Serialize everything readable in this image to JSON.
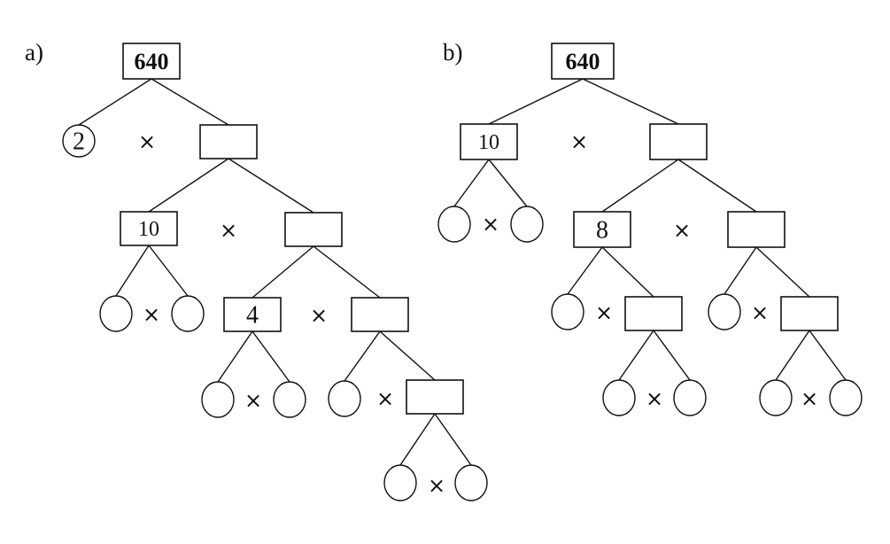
{
  "diagrams": [
    {
      "label": "a)",
      "nodes": [
        {
          "id": "a-root",
          "shape": "box",
          "value": "640",
          "bold": true
        },
        {
          "id": "a-l1",
          "shape": "circle",
          "value": "2",
          "parent": "a-root"
        },
        {
          "id": "a-r1",
          "shape": "box",
          "value": "",
          "parent": "a-root"
        },
        {
          "id": "a-l2",
          "shape": "box",
          "value": "10",
          "parent": "a-r1"
        },
        {
          "id": "a-r2",
          "shape": "box",
          "value": "",
          "parent": "a-r1"
        },
        {
          "id": "a-l2a",
          "shape": "circle",
          "value": "",
          "parent": "a-l2"
        },
        {
          "id": "a-l2b",
          "shape": "circle",
          "value": "",
          "parent": "a-l2"
        },
        {
          "id": "a-l3",
          "shape": "box",
          "value": "4",
          "parent": "a-r2"
        },
        {
          "id": "a-r3",
          "shape": "box",
          "value": "",
          "parent": "a-r2"
        },
        {
          "id": "a-l3a",
          "shape": "circle",
          "value": "",
          "parent": "a-l3"
        },
        {
          "id": "a-l3b",
          "shape": "circle",
          "value": "",
          "parent": "a-l3"
        },
        {
          "id": "a-l4",
          "shape": "circle",
          "value": "",
          "parent": "a-r3"
        },
        {
          "id": "a-r4",
          "shape": "box",
          "value": "",
          "parent": "a-r3"
        },
        {
          "id": "a-l5a",
          "shape": "circle",
          "value": "",
          "parent": "a-r4"
        },
        {
          "id": "a-l5b",
          "shape": "circle",
          "value": "",
          "parent": "a-r4"
        }
      ],
      "operators": [
        "×",
        "×",
        "×",
        "×",
        "×",
        "×",
        "×"
      ]
    },
    {
      "label": "b)",
      "nodes": [
        {
          "id": "b-root",
          "shape": "box",
          "value": "640",
          "bold": true
        },
        {
          "id": "b-l1",
          "shape": "box",
          "value": "10",
          "parent": "b-root"
        },
        {
          "id": "b-r1",
          "shape": "box",
          "value": "",
          "parent": "b-root"
        },
        {
          "id": "b-l1a",
          "shape": "circle",
          "value": "",
          "parent": "b-l1"
        },
        {
          "id": "b-l1b",
          "shape": "circle",
          "value": "",
          "parent": "b-l1"
        },
        {
          "id": "b-l2",
          "shape": "box",
          "value": "8",
          "parent": "b-r1"
        },
        {
          "id": "b-r2",
          "shape": "box",
          "value": "",
          "parent": "b-r1"
        },
        {
          "id": "b-l2c",
          "shape": "circle",
          "value": "",
          "parent": "b-l2"
        },
        {
          "id": "b-l2d",
          "shape": "box",
          "value": "",
          "parent": "b-l2"
        },
        {
          "id": "b-l2e",
          "shape": "circle",
          "value": "",
          "parent": "b-l2d"
        },
        {
          "id": "b-l2f",
          "shape": "circle",
          "value": "",
          "parent": "b-l2d"
        },
        {
          "id": "b-r2c",
          "shape": "circle",
          "value": "",
          "parent": "b-r2"
        },
        {
          "id": "b-r2d",
          "shape": "box",
          "value": "",
          "parent": "b-r2"
        },
        {
          "id": "b-r2e",
          "shape": "circle",
          "value": "",
          "parent": "b-r2d"
        },
        {
          "id": "b-r2f",
          "shape": "circle",
          "value": "",
          "parent": "b-r2d"
        }
      ],
      "operators": [
        "×",
        "×",
        "×",
        "×",
        "×",
        "×",
        "×"
      ]
    }
  ]
}
